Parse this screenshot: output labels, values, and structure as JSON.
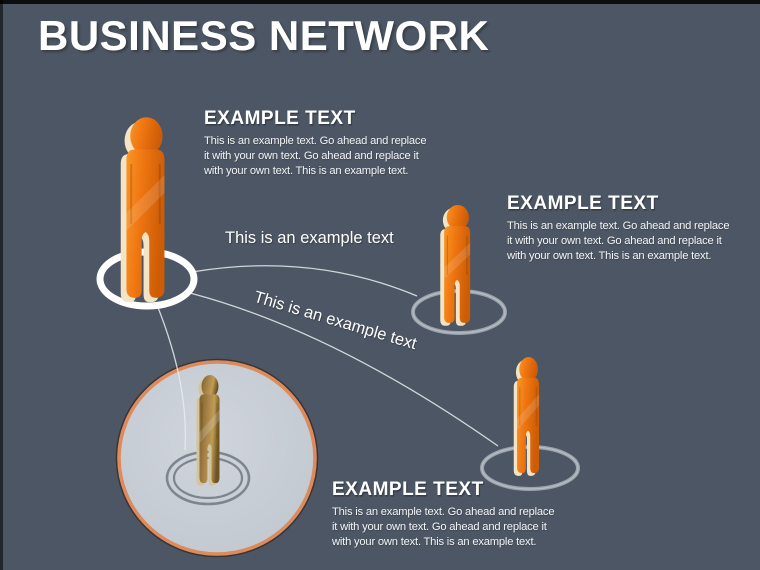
{
  "slide": {
    "title": "BUSINESS NETWORK"
  },
  "sections": {
    "node1": {
      "heading": "EXAMPLE TEXT",
      "body": [
        "This is an example text. Go ahead and replace",
        "it with your own text. Go ahead and replace it",
        "with your own text. This is an example text."
      ]
    },
    "node2": {
      "heading": "EXAMPLE TEXT",
      "body": [
        "This is an example text. Go ahead and replace",
        "it with your own text. Go ahead and replace it",
        "with your own text. This is an example text."
      ]
    },
    "node3": {
      "heading": "EXAMPLE TEXT",
      "body": [
        "This is an example text. Go ahead and replace",
        "it with your own text. Go ahead and replace it",
        "with your own text. This is an example text."
      ]
    }
  },
  "connections": {
    "label_top": "This is an example text",
    "label_diagonal": "This is an example text"
  },
  "colors": {
    "background": "#4d5664",
    "title_text": "#ffffff",
    "figure_orange": "#ee7511",
    "figure_orange_depth": "#f2e4c4",
    "figure_tan": "#a8854a",
    "figure_tan_depth": "#d3c49a",
    "highlight_circle_fill": "#c7ccd4",
    "highlight_circle_border": "#dd8a5c",
    "ring_white": "#ffffff",
    "ring_gray": "#9aa2ac",
    "connector_line": "#e8ecef"
  }
}
